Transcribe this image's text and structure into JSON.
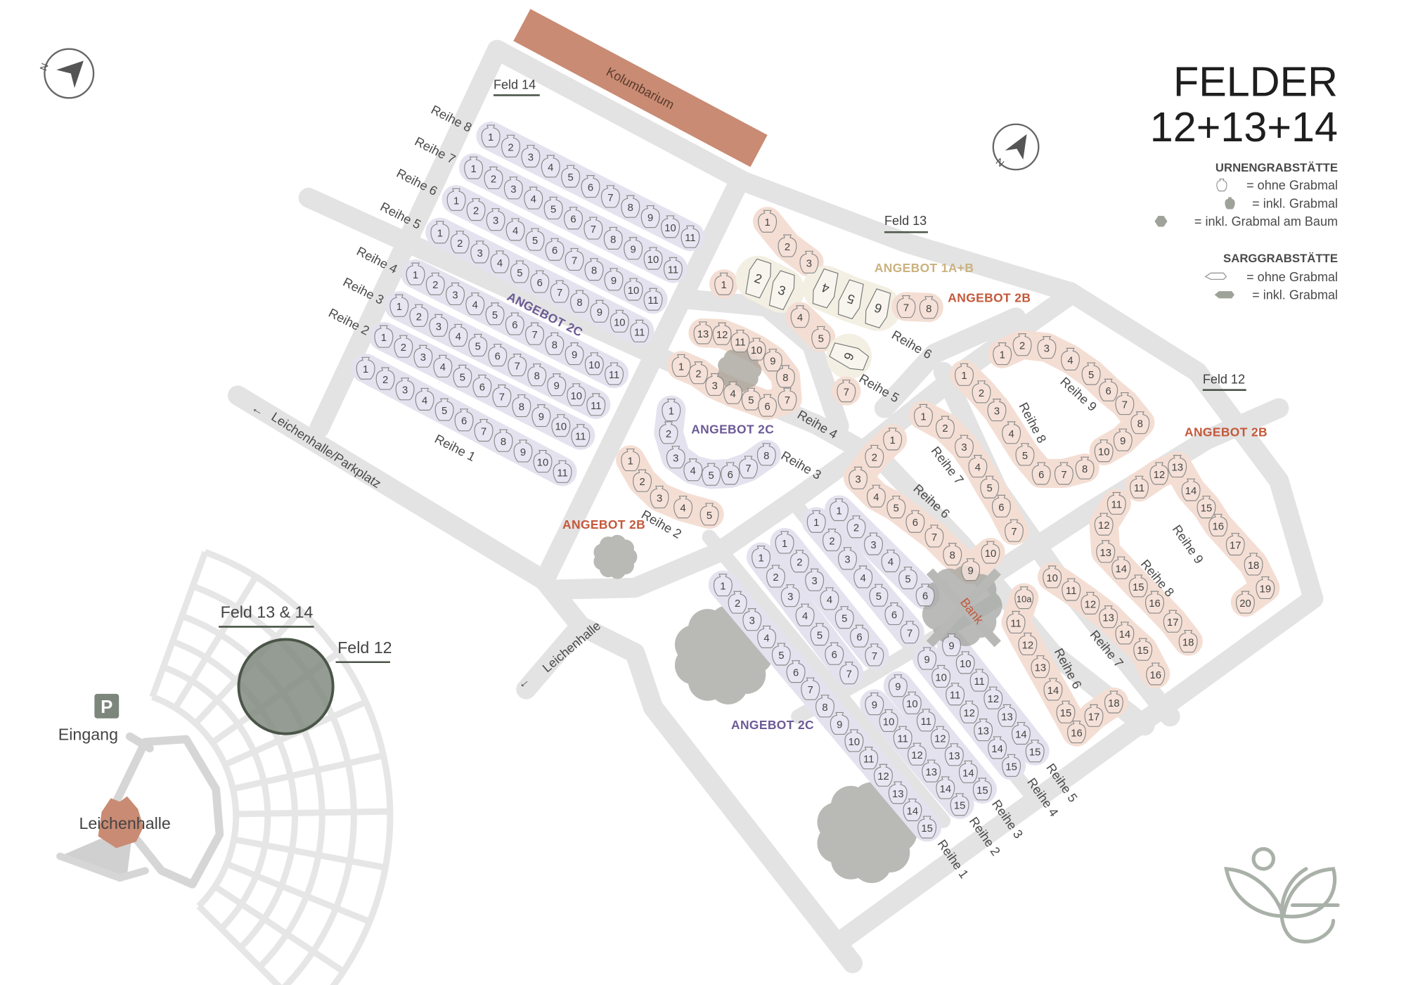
{
  "title": {
    "line1": "FELDER",
    "line2": "12+13+14"
  },
  "legend": {
    "urn_heading": "URNENGRABSTÄTTE",
    "urn_without": "= ohne Grabmal",
    "urn_with": "= inkl. Grabmal",
    "urn_tree": "= inkl. Grabmal am Baum",
    "coffin_heading": "SARGGRABSTÄTTE",
    "coffin_without": "= ohne Grabmal",
    "coffin_with": "= inkl. Grabmal"
  },
  "colors": {
    "offer_2c": "#6b5a96",
    "offer_2b": "#c4583a",
    "offer_1ab": "#cbb27e",
    "blob_2c": "#e5e2ef",
    "blob_2b": "#f4ded3",
    "blob_1ab": "#f3efe3",
    "kolumbarium": "#c98b73",
    "road": "#e3e3e3",
    "tree": "#b9bab6"
  },
  "fields": {
    "feld14": "Feld 14",
    "feld13": "Feld 13",
    "feld12": "Feld 12"
  },
  "offers": {
    "o2c": "ANGEBOT 2C",
    "o2b": "ANGEBOT 2B",
    "o1ab": "ANGEBOT 1A+B"
  },
  "places": {
    "kolumbarium": "Kolumbarium",
    "leichenhalle_parkplatz": "Leichenhalle/Parkplatz",
    "leichenhalle": "Leichenhalle",
    "bank": "Bank",
    "arrow": "←"
  },
  "rows": {
    "r1": "Reihe 1",
    "r2": "Reihe 2",
    "r3": "Reihe 3",
    "r4": "Reihe 4",
    "r5": "Reihe 5",
    "r6": "Reihe 6",
    "r7": "Reihe 7",
    "r8": "Reihe 8",
    "r9": "Reihe 9"
  },
  "groups": [
    {
      "id": "f14-r8",
      "offer": "2C",
      "kind": "urn",
      "numbers": [
        "1",
        "2",
        "3",
        "4",
        "5",
        "6",
        "7",
        "8",
        "9",
        "10",
        "11"
      ]
    },
    {
      "id": "f14-r7",
      "offer": "2C",
      "kind": "urn",
      "numbers": [
        "1",
        "2",
        "3",
        "4",
        "5",
        "6",
        "7",
        "8",
        "9",
        "10",
        "11"
      ]
    },
    {
      "id": "f14-r6",
      "offer": "2C",
      "kind": "urn",
      "numbers": [
        "1",
        "2",
        "3",
        "4",
        "5",
        "6",
        "7",
        "8",
        "9",
        "10",
        "11"
      ]
    },
    {
      "id": "f14-r5",
      "offer": "2C",
      "kind": "urn",
      "numbers": [
        "1",
        "2",
        "3",
        "4",
        "5",
        "6",
        "7",
        "8",
        "9",
        "10",
        "11"
      ]
    },
    {
      "id": "f14-r4",
      "offer": "2C",
      "kind": "urn",
      "numbers": [
        "1",
        "2",
        "3",
        "4",
        "5",
        "6",
        "7",
        "8",
        "9",
        "10",
        "11"
      ]
    },
    {
      "id": "f14-r3",
      "offer": "2C",
      "kind": "urn",
      "numbers": [
        "1",
        "2",
        "3",
        "4",
        "5",
        "6",
        "7",
        "8",
        "9",
        "10",
        "11"
      ]
    },
    {
      "id": "f14-r2",
      "offer": "2C",
      "kind": "urn",
      "numbers": [
        "1",
        "2",
        "3",
        "4",
        "5",
        "6",
        "7",
        "8",
        "9",
        "10",
        "11"
      ]
    },
    {
      "id": "f14-r1",
      "offer": "2C",
      "kind": "urn",
      "numbers": [
        "1",
        "2",
        "3",
        "4",
        "5",
        "6",
        "7",
        "8",
        "9",
        "10",
        "11"
      ]
    },
    {
      "id": "f13-r6a",
      "offer": "2B",
      "kind": "urn",
      "numbers": [
        "1",
        "2",
        "3"
      ]
    },
    {
      "id": "f13-r6b",
      "offer": "2B",
      "kind": "urn",
      "numbers": [
        "1"
      ]
    },
    {
      "id": "f13-r6c",
      "offer": "1A+B",
      "kind": "coffin",
      "numbers": [
        "2",
        "3"
      ]
    },
    {
      "id": "f13-r6d",
      "offer": "1A+B",
      "kind": "coffin",
      "numbers": [
        "4",
        "5",
        "6"
      ]
    },
    {
      "id": "f13-r6e",
      "offer": "2B",
      "kind": "urn",
      "numbers": [
        "7",
        "8"
      ]
    },
    {
      "id": "f13-r6f",
      "offer": "2B",
      "kind": "urn",
      "numbers": [
        "4",
        "5"
      ]
    },
    {
      "id": "f13-r5a",
      "offer": "1A+B",
      "kind": "coffin",
      "numbers": [
        "6"
      ]
    },
    {
      "id": "f13-r5b",
      "offer": "2B",
      "kind": "urn",
      "numbers": [
        "7"
      ]
    },
    {
      "id": "f13-r4",
      "offer": "2B",
      "kind": "urn",
      "numbers": [
        "1",
        "2",
        "3",
        "4",
        "5",
        "6",
        "7",
        "8",
        "9",
        "10",
        "11",
        "12",
        "13"
      ]
    },
    {
      "id": "f13-r3",
      "offer": "2C",
      "kind": "urn",
      "numbers": [
        "1",
        "2",
        "3",
        "4",
        "5",
        "6",
        "7",
        "8"
      ]
    },
    {
      "id": "f13-r2",
      "offer": "2B",
      "kind": "urn",
      "numbers": [
        "1",
        "2",
        "3",
        "4",
        "5"
      ]
    },
    {
      "id": "f12-r6a",
      "offer": "2B",
      "kind": "urn",
      "numbers": [
        "1",
        "2",
        "3",
        "4",
        "5",
        "6",
        "7",
        "8",
        "9",
        "10"
      ]
    },
    {
      "id": "f12-r7a",
      "offer": "2B",
      "kind": "urn",
      "numbers": [
        "1",
        "2",
        "3",
        "4",
        "5",
        "6",
        "7"
      ]
    },
    {
      "id": "f12-r8a",
      "offer": "2B",
      "kind": "urn",
      "numbers": [
        "1",
        "2",
        "3",
        "4",
        "5",
        "6",
        "7",
        "8"
      ]
    },
    {
      "id": "f12-r9a",
      "offer": "2B",
      "kind": "urn",
      "numbers": [
        "1",
        "2",
        "3",
        "4",
        "5",
        "6",
        "7",
        "8",
        "9",
        "10"
      ]
    },
    {
      "id": "f12-r6b",
      "offer": "2B",
      "kind": "urn",
      "numbers": [
        "10a",
        "11",
        "12",
        "13",
        "14",
        "15",
        "16",
        "17",
        "18"
      ]
    },
    {
      "id": "f12-r7b",
      "offer": "2B",
      "kind": "urn",
      "numbers": [
        "10",
        "11",
        "12",
        "13",
        "14",
        "15",
        "16"
      ]
    },
    {
      "id": "f12-r8b",
      "offer": "2B",
      "kind": "urn",
      "numbers": [
        "11",
        "12",
        "13",
        "14",
        "15",
        "16",
        "17",
        "18"
      ]
    },
    {
      "id": "f12-r9b",
      "offer": "2B",
      "kind": "urn",
      "numbers": [
        "11",
        "12",
        "13",
        "14",
        "15",
        "16",
        "17",
        "18",
        "19",
        "20"
      ]
    },
    {
      "id": "f13-low-r1",
      "offer": "2C",
      "kind": "urn",
      "numbers": [
        "1",
        "2",
        "3",
        "4",
        "5",
        "6",
        "7",
        "8",
        "9",
        "10",
        "11",
        "12",
        "13",
        "14",
        "15"
      ]
    },
    {
      "id": "f13-low-r2a",
      "offer": "2C",
      "kind": "urn",
      "numbers": [
        "1",
        "2",
        "3",
        "4",
        "5",
        "6",
        "7"
      ]
    },
    {
      "id": "f13-low-r3a",
      "offer": "2C",
      "kind": "urn",
      "numbers": [
        "1",
        "2",
        "3",
        "4",
        "5",
        "6",
        "7"
      ]
    },
    {
      "id": "f13-low-r2b",
      "offer": "2C",
      "kind": "urn",
      "numbers": [
        "9",
        "10",
        "11",
        "12",
        "13",
        "14",
        "15"
      ]
    },
    {
      "id": "f13-low-r3b",
      "offer": "2C",
      "kind": "urn",
      "numbers": [
        "9",
        "10",
        "11",
        "12",
        "13",
        "14",
        "15"
      ]
    },
    {
      "id": "f13-low-r4a",
      "offer": "2C",
      "kind": "urn",
      "numbers": [
        "1",
        "2",
        "3",
        "4",
        "5",
        "6",
        "7"
      ]
    },
    {
      "id": "f13-low-r5a",
      "offer": "2C",
      "kind": "urn",
      "numbers": [
        "1",
        "2",
        "3",
        "4",
        "5",
        "6"
      ]
    },
    {
      "id": "f13-low-r4b",
      "offer": "2C",
      "kind": "urn",
      "numbers": [
        "9",
        "10",
        "11",
        "12",
        "13",
        "14",
        "15"
      ]
    },
    {
      "id": "f13-low-r5b",
      "offer": "2C",
      "kind": "urn",
      "numbers": [
        "9",
        "10",
        "11",
        "12",
        "13",
        "14",
        "15"
      ]
    }
  ],
  "inset": {
    "feld13_14": "Feld 13 & 14",
    "feld12": "Feld 12",
    "parking": "P",
    "entrance": "Eingang",
    "leichenhalle": "Leichenhalle"
  },
  "compass": {
    "north": "N"
  }
}
